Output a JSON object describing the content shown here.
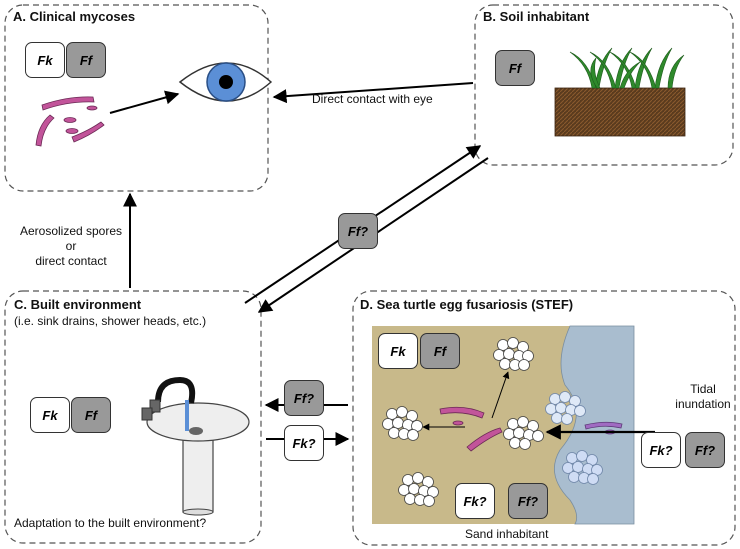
{
  "panels": {
    "a": {
      "title": "A. Clinical mycoses"
    },
    "b": {
      "title": "B. Soil inhabitant"
    },
    "c": {
      "title": "C. Built environment",
      "subtitle": "(i.e. sink drains, shower heads, etc.)",
      "caption": "Adaptation to the built environment?"
    },
    "d": {
      "title": "D. Sea turtle egg fusariosis (STEF)",
      "caption": "Sand inhabitant"
    }
  },
  "tags": {
    "fk": "Fk",
    "ff": "Ff",
    "fk_q": "Fk?",
    "ff_q": "Ff?"
  },
  "arrows": {
    "eye_contact": "Direct contact with eye",
    "aerosol_line1": "Aerosolized spores",
    "aerosol_line2": "or",
    "aerosol_line3": "direct contact",
    "tidal_line1": "Tidal",
    "tidal_line2": "inundation"
  },
  "colors": {
    "tag_white": "#ffffff",
    "tag_gray": "#999999",
    "sand": "#c8b98a",
    "water": "#a9bdcf",
    "soil": "#5a3b1e",
    "plant": "#2f8a2c",
    "spore": "#c2549a",
    "iris": "#5b8fd6"
  }
}
